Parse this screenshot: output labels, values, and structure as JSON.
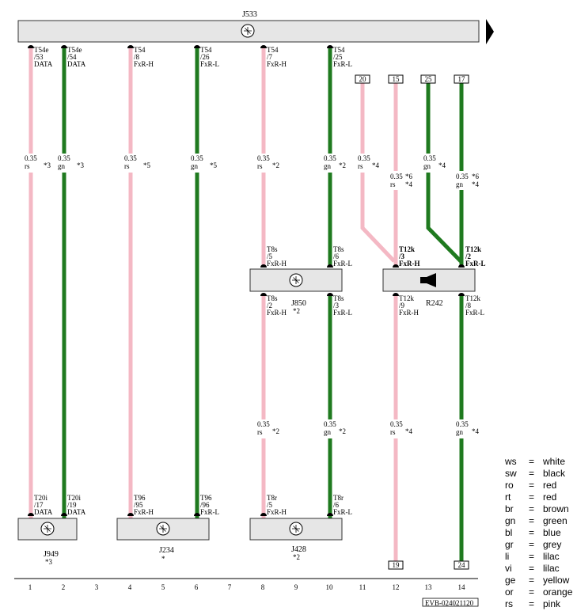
{
  "colors": {
    "pink": "#f4b8c4",
    "green": "#1f7a1f",
    "box": "#e6e6e6"
  },
  "modules": {
    "j533": {
      "name": "J533",
      "sub": ""
    },
    "j850": {
      "name": "J850",
      "sub": "*2"
    },
    "r242": {
      "name": "R242",
      "sub": ""
    },
    "j949": {
      "name": "J949",
      "sub": "*3"
    },
    "j234": {
      "name": "J234",
      "sub": "*"
    },
    "j428": {
      "name": "J428",
      "sub": "*2"
    }
  },
  "wires": [
    {
      "id": "w1",
      "color": "rs",
      "spec": "0.35",
      "note": "*3"
    },
    {
      "id": "w2",
      "color": "gn",
      "spec": "0.35",
      "note": "*3"
    },
    {
      "id": "w4",
      "color": "rs",
      "spec": "0.35",
      "note": "*5"
    },
    {
      "id": "w6",
      "color": "gn",
      "spec": "0.35",
      "note": "*5"
    },
    {
      "id": "w8a",
      "color": "rs",
      "spec": "0.35",
      "note": "*2"
    },
    {
      "id": "w10a",
      "color": "gn",
      "spec": "0.35",
      "note": "*2"
    },
    {
      "id": "w11",
      "color": "rs",
      "spec": "0.35",
      "note": "*4"
    },
    {
      "id": "w12",
      "color": "rs",
      "spec": "0.35",
      "note1": "*6",
      "note2": "*4"
    },
    {
      "id": "w13",
      "color": "gn",
      "spec": "0.35",
      "note": "*4"
    },
    {
      "id": "w14",
      "color": "gn",
      "spec": "0.35",
      "note1": "*6",
      "note2": "*4"
    },
    {
      "id": "w8b",
      "color": "rs",
      "spec": "0.35",
      "note": "*2"
    },
    {
      "id": "w10b",
      "color": "gn",
      "spec": "0.35",
      "note": "*2"
    },
    {
      "id": "w12b",
      "color": "rs",
      "spec": "0.35",
      "note": "*4"
    },
    {
      "id": "w14b",
      "color": "gn",
      "spec": "0.35",
      "note": "*4"
    }
  ],
  "pins": {
    "j533": [
      {
        "a": "T54e",
        "b": "/53",
        "c": "DATA"
      },
      {
        "a": "T54e",
        "b": "/54",
        "c": "DATA"
      },
      {
        "a": "T54",
        "b": "/8",
        "c": "FxR-H"
      },
      {
        "a": "T54",
        "b": "/26",
        "c": "FxR-L"
      },
      {
        "a": "T54",
        "b": "/7",
        "c": "FxR-H"
      },
      {
        "a": "T54",
        "b": "/25",
        "c": "FxR-L"
      }
    ],
    "j850_top": [
      {
        "a": "T8s",
        "b": "/5",
        "c": "FxR-H"
      },
      {
        "a": "T8s",
        "b": "/6",
        "c": "FxR-L"
      }
    ],
    "j850_bot": [
      {
        "a": "T8s",
        "b": "/2",
        "c": "FxR-H"
      },
      {
        "a": "T8s",
        "b": "/3",
        "c": "FxR-L"
      }
    ],
    "r242_top": [
      {
        "a": "T12k",
        "b": "/3",
        "c": "FxR-H"
      },
      {
        "a": "T12k",
        "b": "/2",
        "c": "FxR-L"
      }
    ],
    "r242_bot": [
      {
        "a": "T12k",
        "b": "/9",
        "c": "FxR-H"
      },
      {
        "a": "T12k",
        "b": "/8",
        "c": "FxR-L"
      }
    ],
    "bottom": [
      {
        "a": "T20i",
        "b": "/17",
        "c": "DATA"
      },
      {
        "a": "T20i",
        "b": "/19",
        "c": "DATA"
      },
      {
        "a": "T96",
        "b": "/95",
        "c": "FxR-H"
      },
      {
        "a": "T96",
        "b": "/96",
        "c": "FxR-L"
      },
      {
        "a": "T8r",
        "b": "/5",
        "c": "FxR-H"
      },
      {
        "a": "T8r",
        "b": "/6",
        "c": "FxR-L"
      }
    ]
  },
  "refs": {
    "top": [
      "20",
      "15",
      "25",
      "17"
    ],
    "bottom": [
      "19",
      "24"
    ]
  },
  "columns": [
    "1",
    "2",
    "3",
    "4",
    "5",
    "6",
    "7",
    "8",
    "9",
    "10",
    "11",
    "12",
    "13",
    "14"
  ],
  "legend": [
    {
      "code": "ws",
      "eq": "=",
      "name": "white"
    },
    {
      "code": "sw",
      "eq": "=",
      "name": "black"
    },
    {
      "code": "ro",
      "eq": "=",
      "name": "red"
    },
    {
      "code": "rt",
      "eq": "=",
      "name": "red"
    },
    {
      "code": "br",
      "eq": "=",
      "name": "brown"
    },
    {
      "code": "gn",
      "eq": "=",
      "name": "green"
    },
    {
      "code": "bl",
      "eq": "=",
      "name": "blue"
    },
    {
      "code": "gr",
      "eq": "=",
      "name": "grey"
    },
    {
      "code": "li",
      "eq": "=",
      "name": "lilac"
    },
    {
      "code": "vi",
      "eq": "=",
      "name": "lilac"
    },
    {
      "code": "ge",
      "eq": "=",
      "name": "yellow"
    },
    {
      "code": "or",
      "eq": "=",
      "name": "orange"
    },
    {
      "code": "rs",
      "eq": "=",
      "name": "pink"
    }
  ],
  "doc_id": "EVB-024021120"
}
